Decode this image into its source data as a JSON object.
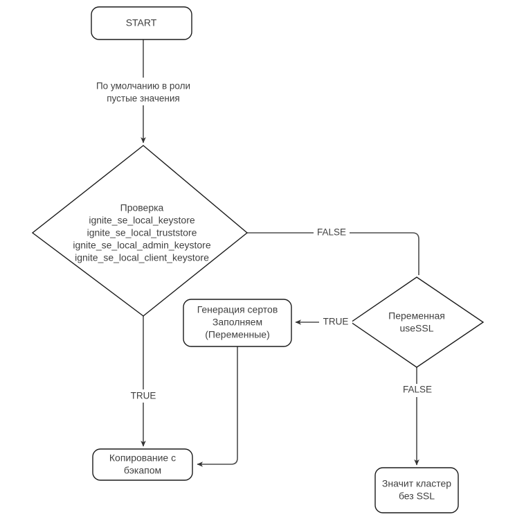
{
  "diagram": {
    "title": "Ignite SSL certificate provisioning flowchart",
    "colors": {
      "background": "#ffffff",
      "shape_stroke": "#1a1a1a",
      "connector_stroke": "#4d4d4d",
      "text": "#404040"
    },
    "nodes": {
      "start": {
        "shape": "rounded-rectangle",
        "label": "START"
      },
      "check_decision": {
        "shape": "diamond",
        "lines": [
          "Проверка",
          "ignite_se_local_keystore",
          "ignite_se_local_truststore",
          "ignite_se_local_admin_keystore",
          "ignite_se_local_client_keystore"
        ]
      },
      "usessl_decision": {
        "shape": "diamond",
        "lines": [
          "Переменная",
          "useSSL"
        ]
      },
      "generate_certs": {
        "shape": "rounded-rectangle",
        "lines": [
          "Генерация сертов",
          "Заполняем",
          "(Переменные)"
        ]
      },
      "copy_backup": {
        "shape": "rounded-rectangle",
        "lines": [
          "Копирование с",
          "бэкапом"
        ]
      },
      "no_ssl": {
        "shape": "rounded-rectangle",
        "lines": [
          "Значит кластер",
          "без SSL"
        ]
      }
    },
    "edges": {
      "start_to_check": {
        "lines": [
          "По умолчанию в роли",
          "пустые значения"
        ]
      },
      "check_false": {
        "label": "FALSE"
      },
      "check_true": {
        "label": "TRUE"
      },
      "usessl_true": {
        "label": "TRUE"
      },
      "usessl_false": {
        "label": "FALSE"
      }
    }
  }
}
